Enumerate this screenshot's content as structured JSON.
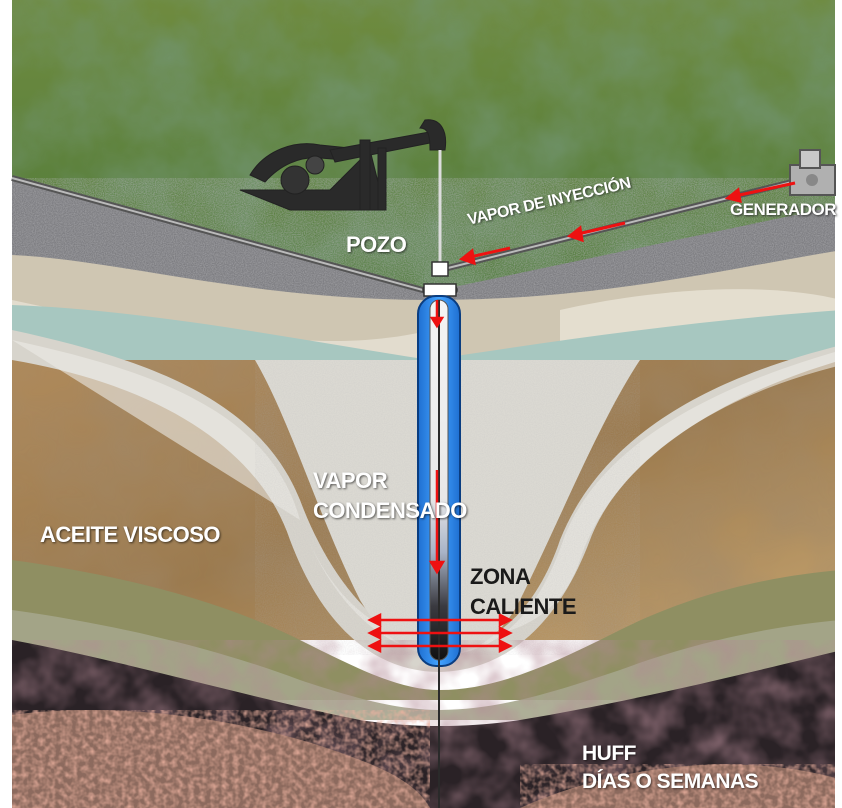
{
  "diagram": {
    "labels": {
      "pozo": "POZO",
      "vapor_inyeccion": "VAPOR DE INYECCIÓN",
      "generador": "GENERADOR",
      "vapor_condensado_1": "VAPOR",
      "vapor_condensado_2": "CONDENSADO",
      "aceite_viscoso": "ACEITE VISCOSO",
      "zona_1": "ZONA",
      "zona_2": "CALIENTE",
      "huff_1": "HUFF",
      "huff_2": "DÍAS O SEMANAS"
    }
  }
}
